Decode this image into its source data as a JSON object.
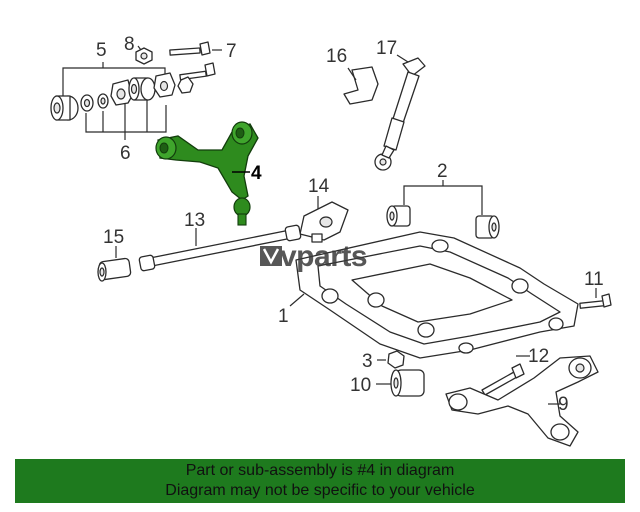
{
  "callouts": {
    "c1": "1",
    "c2": "2",
    "c3": "3",
    "c4": "4",
    "c5": "5",
    "c6": "6",
    "c7": "7",
    "c8": "8",
    "c9": "9",
    "c10": "10",
    "c11": "11",
    "c12": "12",
    "c13": "13",
    "c14": "14",
    "c15": "15",
    "c16": "16",
    "c17": "17"
  },
  "watermark": "vparts",
  "highlight_color": "#2e8b1e",
  "footer": {
    "line1": "Part or sub-assembly is #4 in diagram",
    "line2": "Diagram may not be specific to your vehicle",
    "background": "#1e7a1e"
  }
}
